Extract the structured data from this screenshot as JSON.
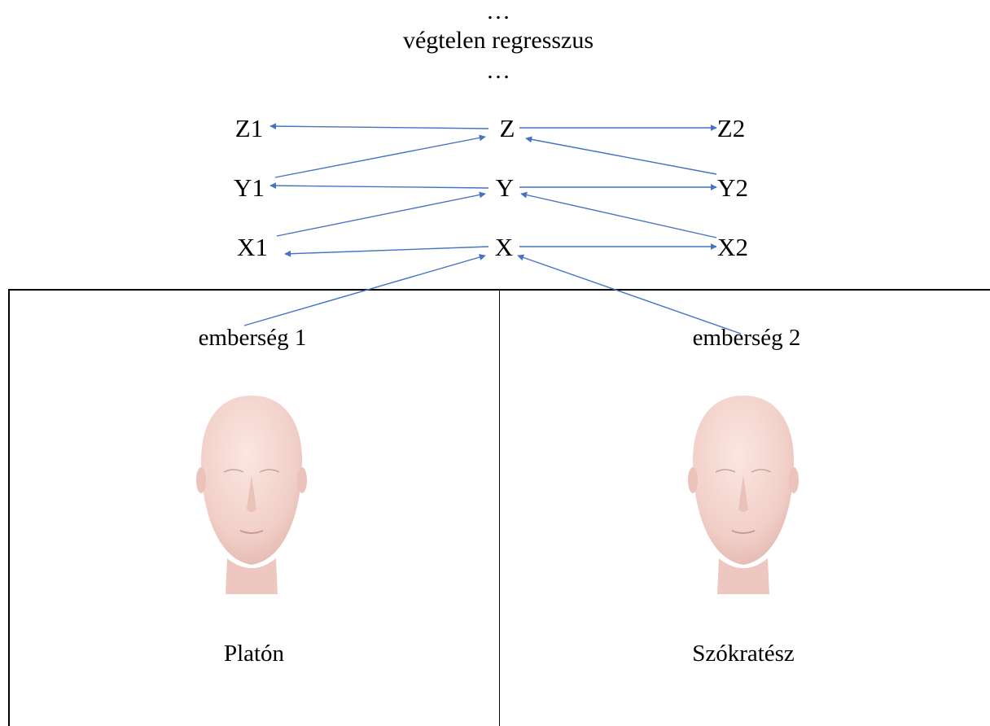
{
  "top": {
    "ellipsis_top": "…",
    "title": "végtelen regresszus",
    "ellipsis_bottom": "…"
  },
  "nodes": {
    "Z1": "Z1",
    "Z": "Z",
    "Z2": "Z2",
    "Y1": "Y1",
    "Y": "Y",
    "Y2": "Y2",
    "X1": "X1",
    "X": "X",
    "X2": "X2"
  },
  "panels": {
    "left": {
      "humanity_label": "emberség 1",
      "person_name": "Platón",
      "icon": "mannequin-head"
    },
    "right": {
      "humanity_label": "emberség 2",
      "person_name": "Szókratész",
      "icon": "mannequin-head"
    }
  },
  "colors": {
    "arrow": "#4472C4",
    "text": "#000000",
    "border": "#000000",
    "skin": "#F3D5CF"
  }
}
